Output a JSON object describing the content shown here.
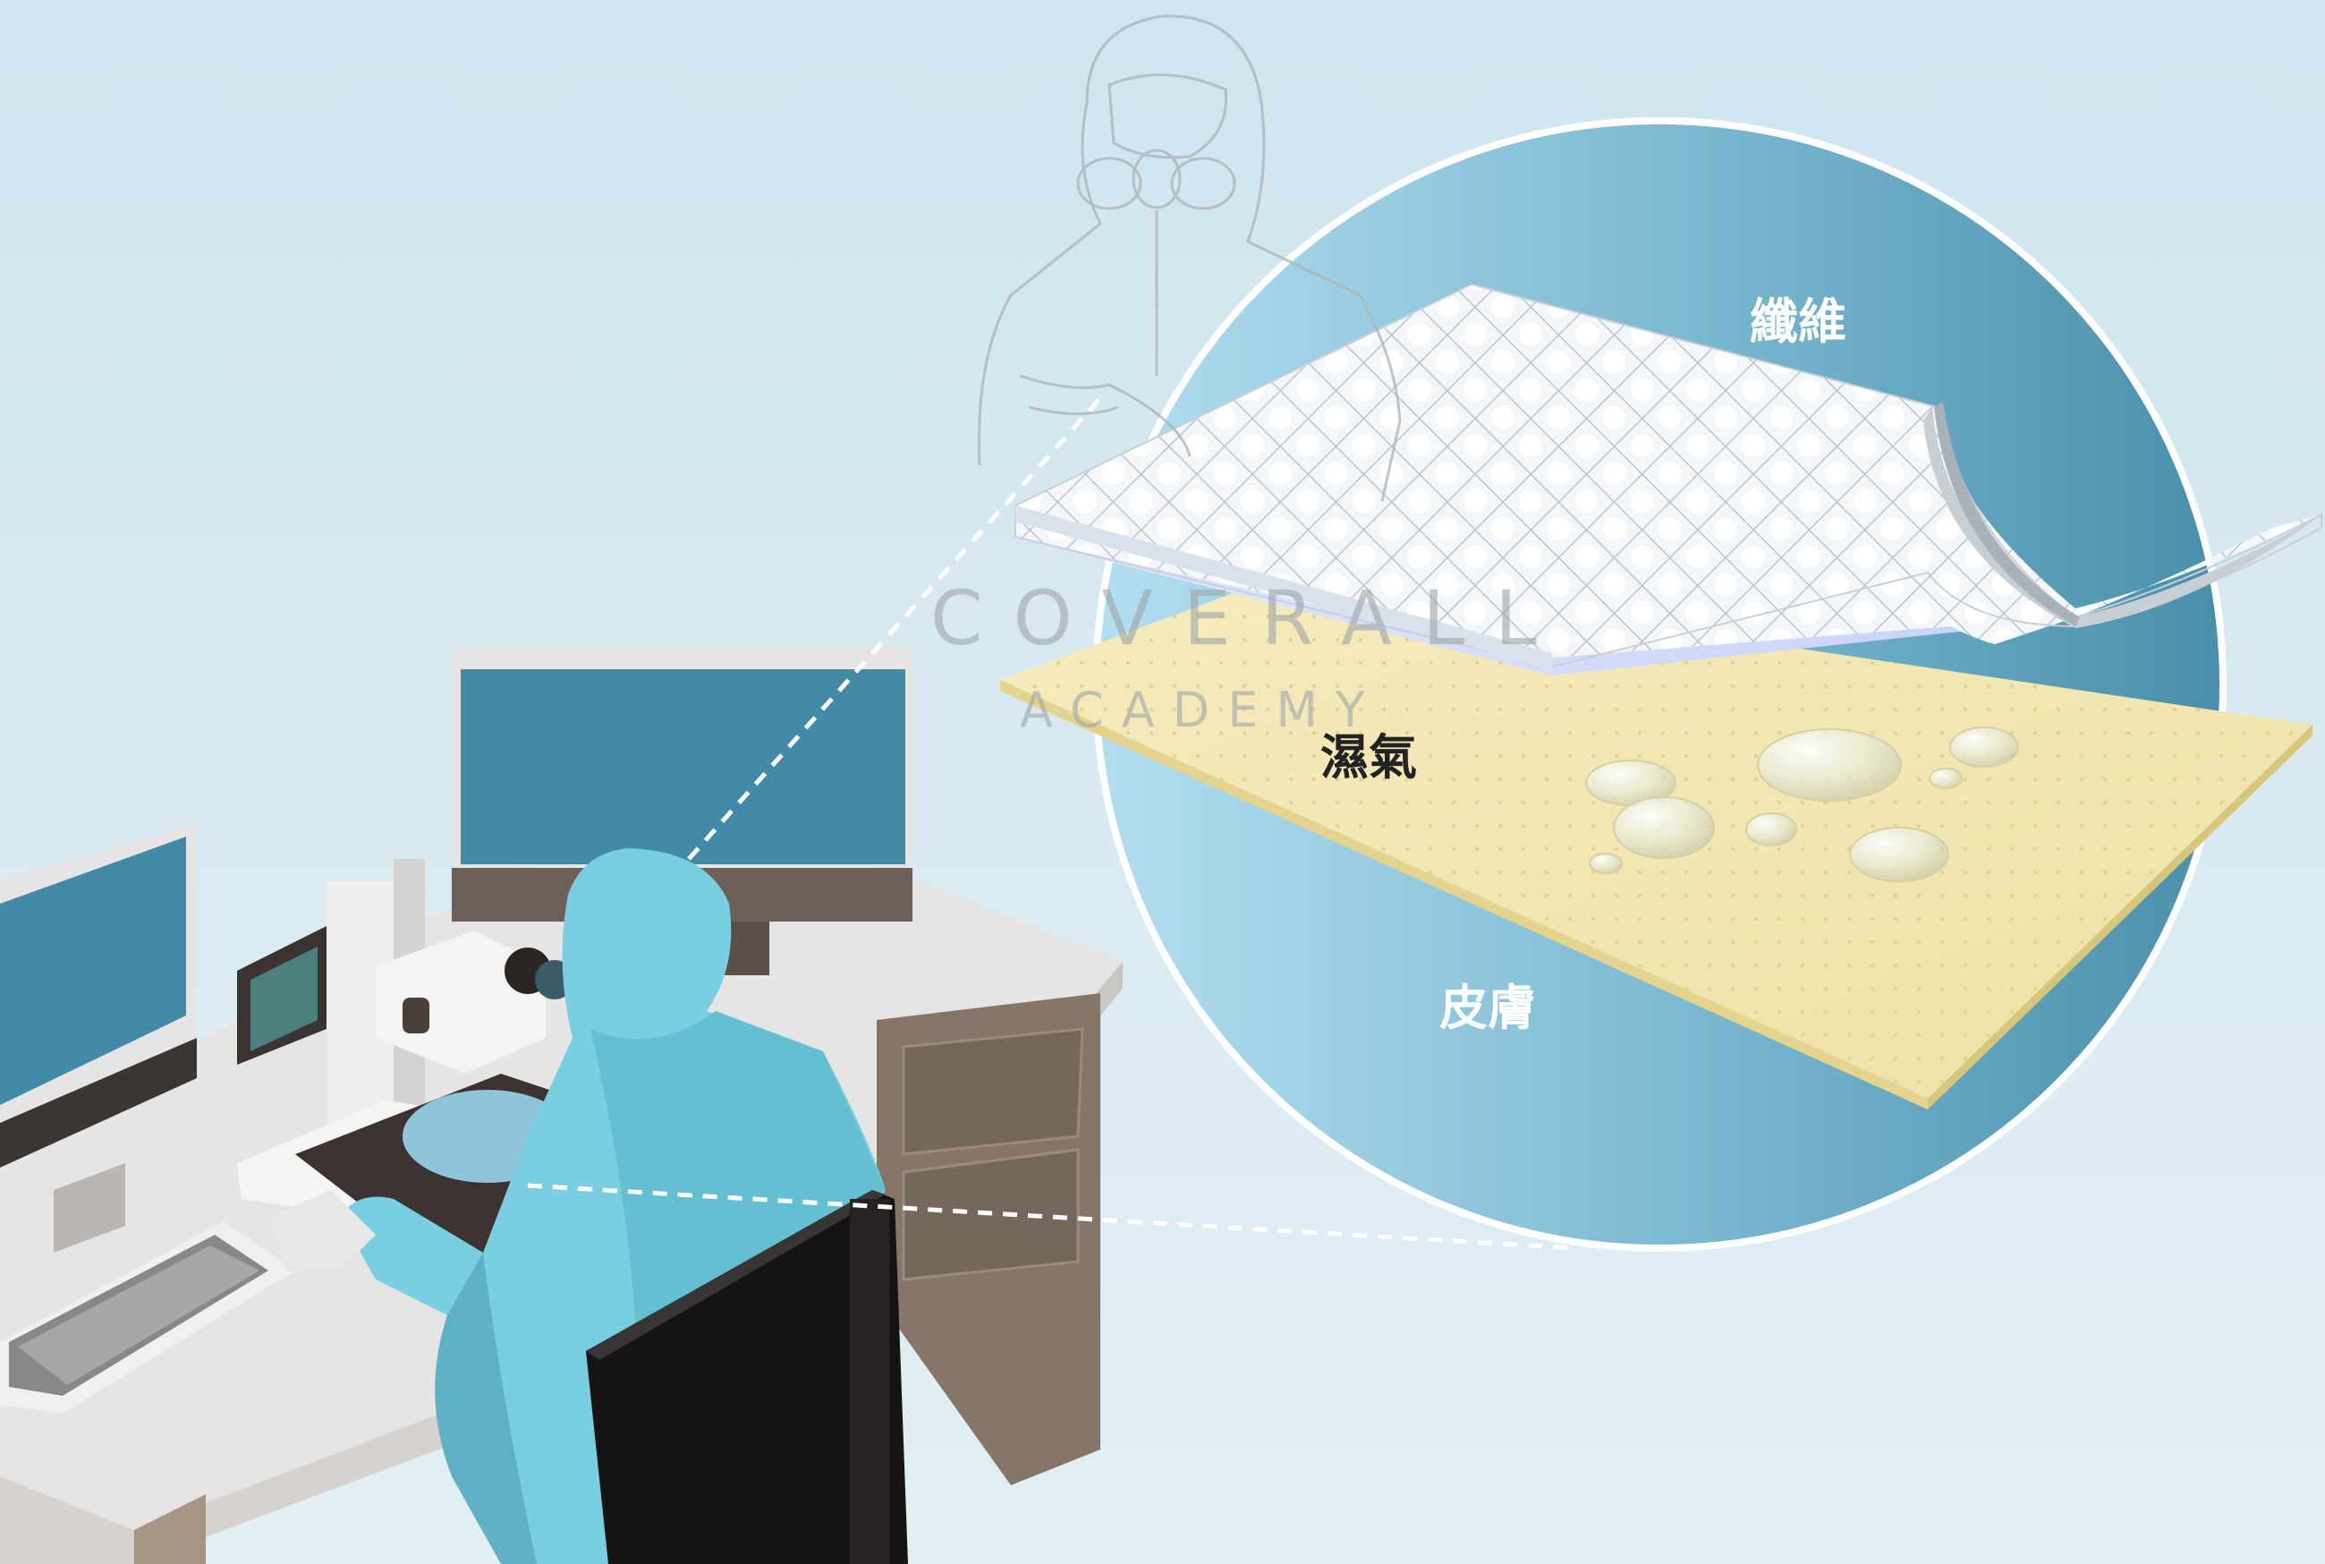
{
  "labels": {
    "fiber": "纖維",
    "moisture": "濕氣",
    "skin": "皮膚"
  },
  "watermark": {
    "line1": "COVERALL",
    "line2": "ACADEMY"
  },
  "colors": {
    "background": "#d3e8f1",
    "circle_dark": "#4c91ae",
    "circle_light": "#a8d6ea",
    "fiber_sheet": "#f2f5f8",
    "inner_layer": "#cdd6fb",
    "skin_sheet": "#f3e8b5",
    "monitor_screen": "#4389a8",
    "suit": "#79cfe1",
    "suit_shadow": "#5fb2c6",
    "desk_top": "#e7e5e3",
    "desk_side": "#857667",
    "chair": "#151313"
  },
  "icons": {
    "watermark_figure": "hazmat-figure-icon"
  }
}
